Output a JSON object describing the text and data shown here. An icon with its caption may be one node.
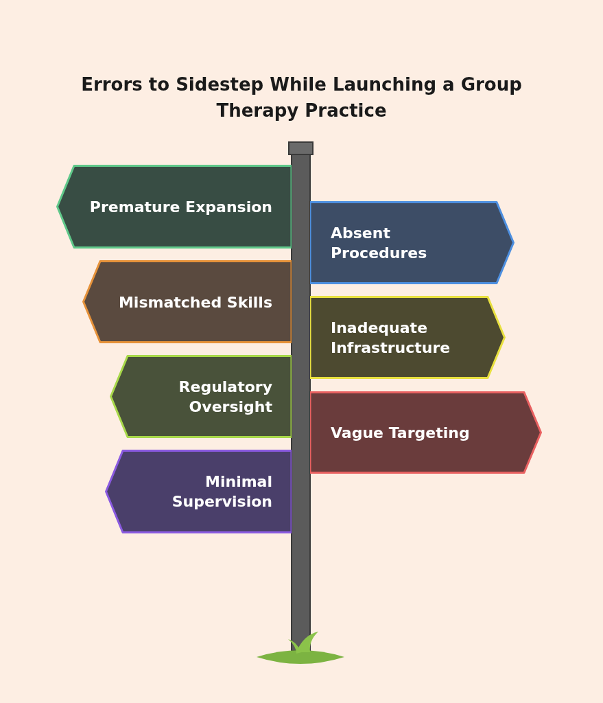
{
  "diagram": {
    "title": "Errors to Sidestep While Launching a Group Therapy Practice",
    "nodes": [
      {
        "text": [
          "Premature Expansion"
        ]
      },
      {
        "text": [
          "Absent Procedures"
        ]
      },
      {
        "text": [
          "Mismatched Skills"
        ]
      },
      {
        "text": [
          "Inadequate Infrastructure"
        ]
      },
      {
        "text": [
          "Regulatory Oversight"
        ]
      },
      {
        "text": [
          "Vague Targeting"
        ]
      },
      {
        "text": [
          "Minimal Supervision"
        ]
      }
    ]
  }
}
